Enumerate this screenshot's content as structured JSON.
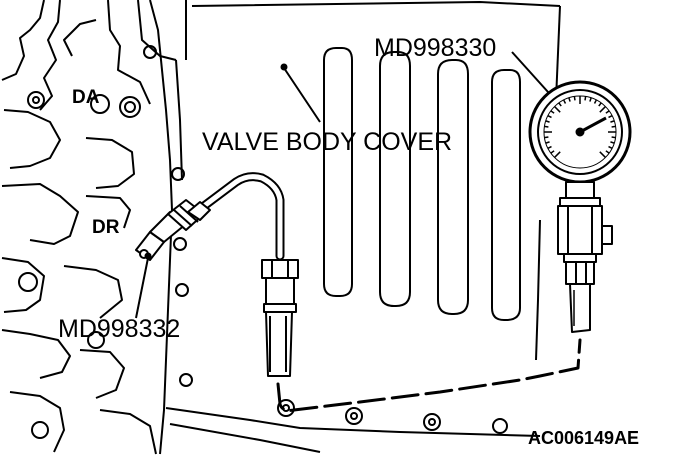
{
  "labels": {
    "gauge_tool": "MD998330",
    "cover": "VALVE BODY COVER",
    "adapter_tool": "MD998332",
    "port_da": "DA",
    "port_dr": "DR",
    "figure_code": "AC006149AE"
  },
  "colors": {
    "line": "#000000",
    "background": "#ffffff"
  }
}
